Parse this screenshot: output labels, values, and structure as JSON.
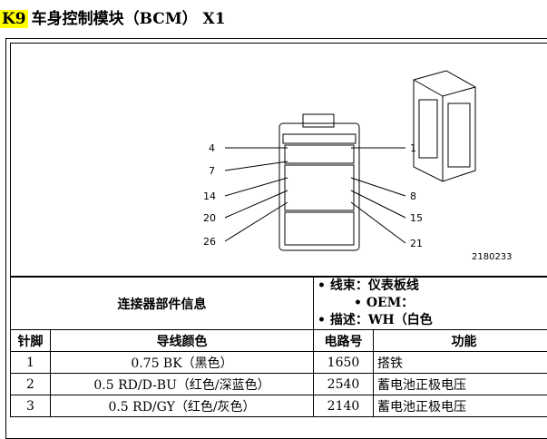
{
  "heading": {
    "tag": "K9",
    "name": "车身控制模块（BCM） X1"
  },
  "figure": {
    "pins_left": [
      "4",
      "7",
      "14",
      "20",
      "26"
    ],
    "pins_right": [
      "1",
      "8",
      "15",
      "21"
    ],
    "id": "2180233"
  },
  "info": {
    "left_title": "连接器部件信息",
    "harness": "• 线束：仪表板线",
    "oem": "• OEM：",
    "desc": "• 描述：WH（白色"
  },
  "table": {
    "headers": [
      "针脚",
      "导线颜色",
      "电路号",
      "功能"
    ],
    "rows": [
      [
        "1",
        "0.75 BK（黑色）",
        "1650",
        "搭铁"
      ],
      [
        "2",
        "0.5 RD/D-BU（红色/深蓝色）",
        "2540",
        "蓄电池正极电压"
      ],
      [
        "3",
        "0.5 RD/GY（红色/灰色）",
        "2140",
        "蓄电池正极电压"
      ]
    ]
  }
}
